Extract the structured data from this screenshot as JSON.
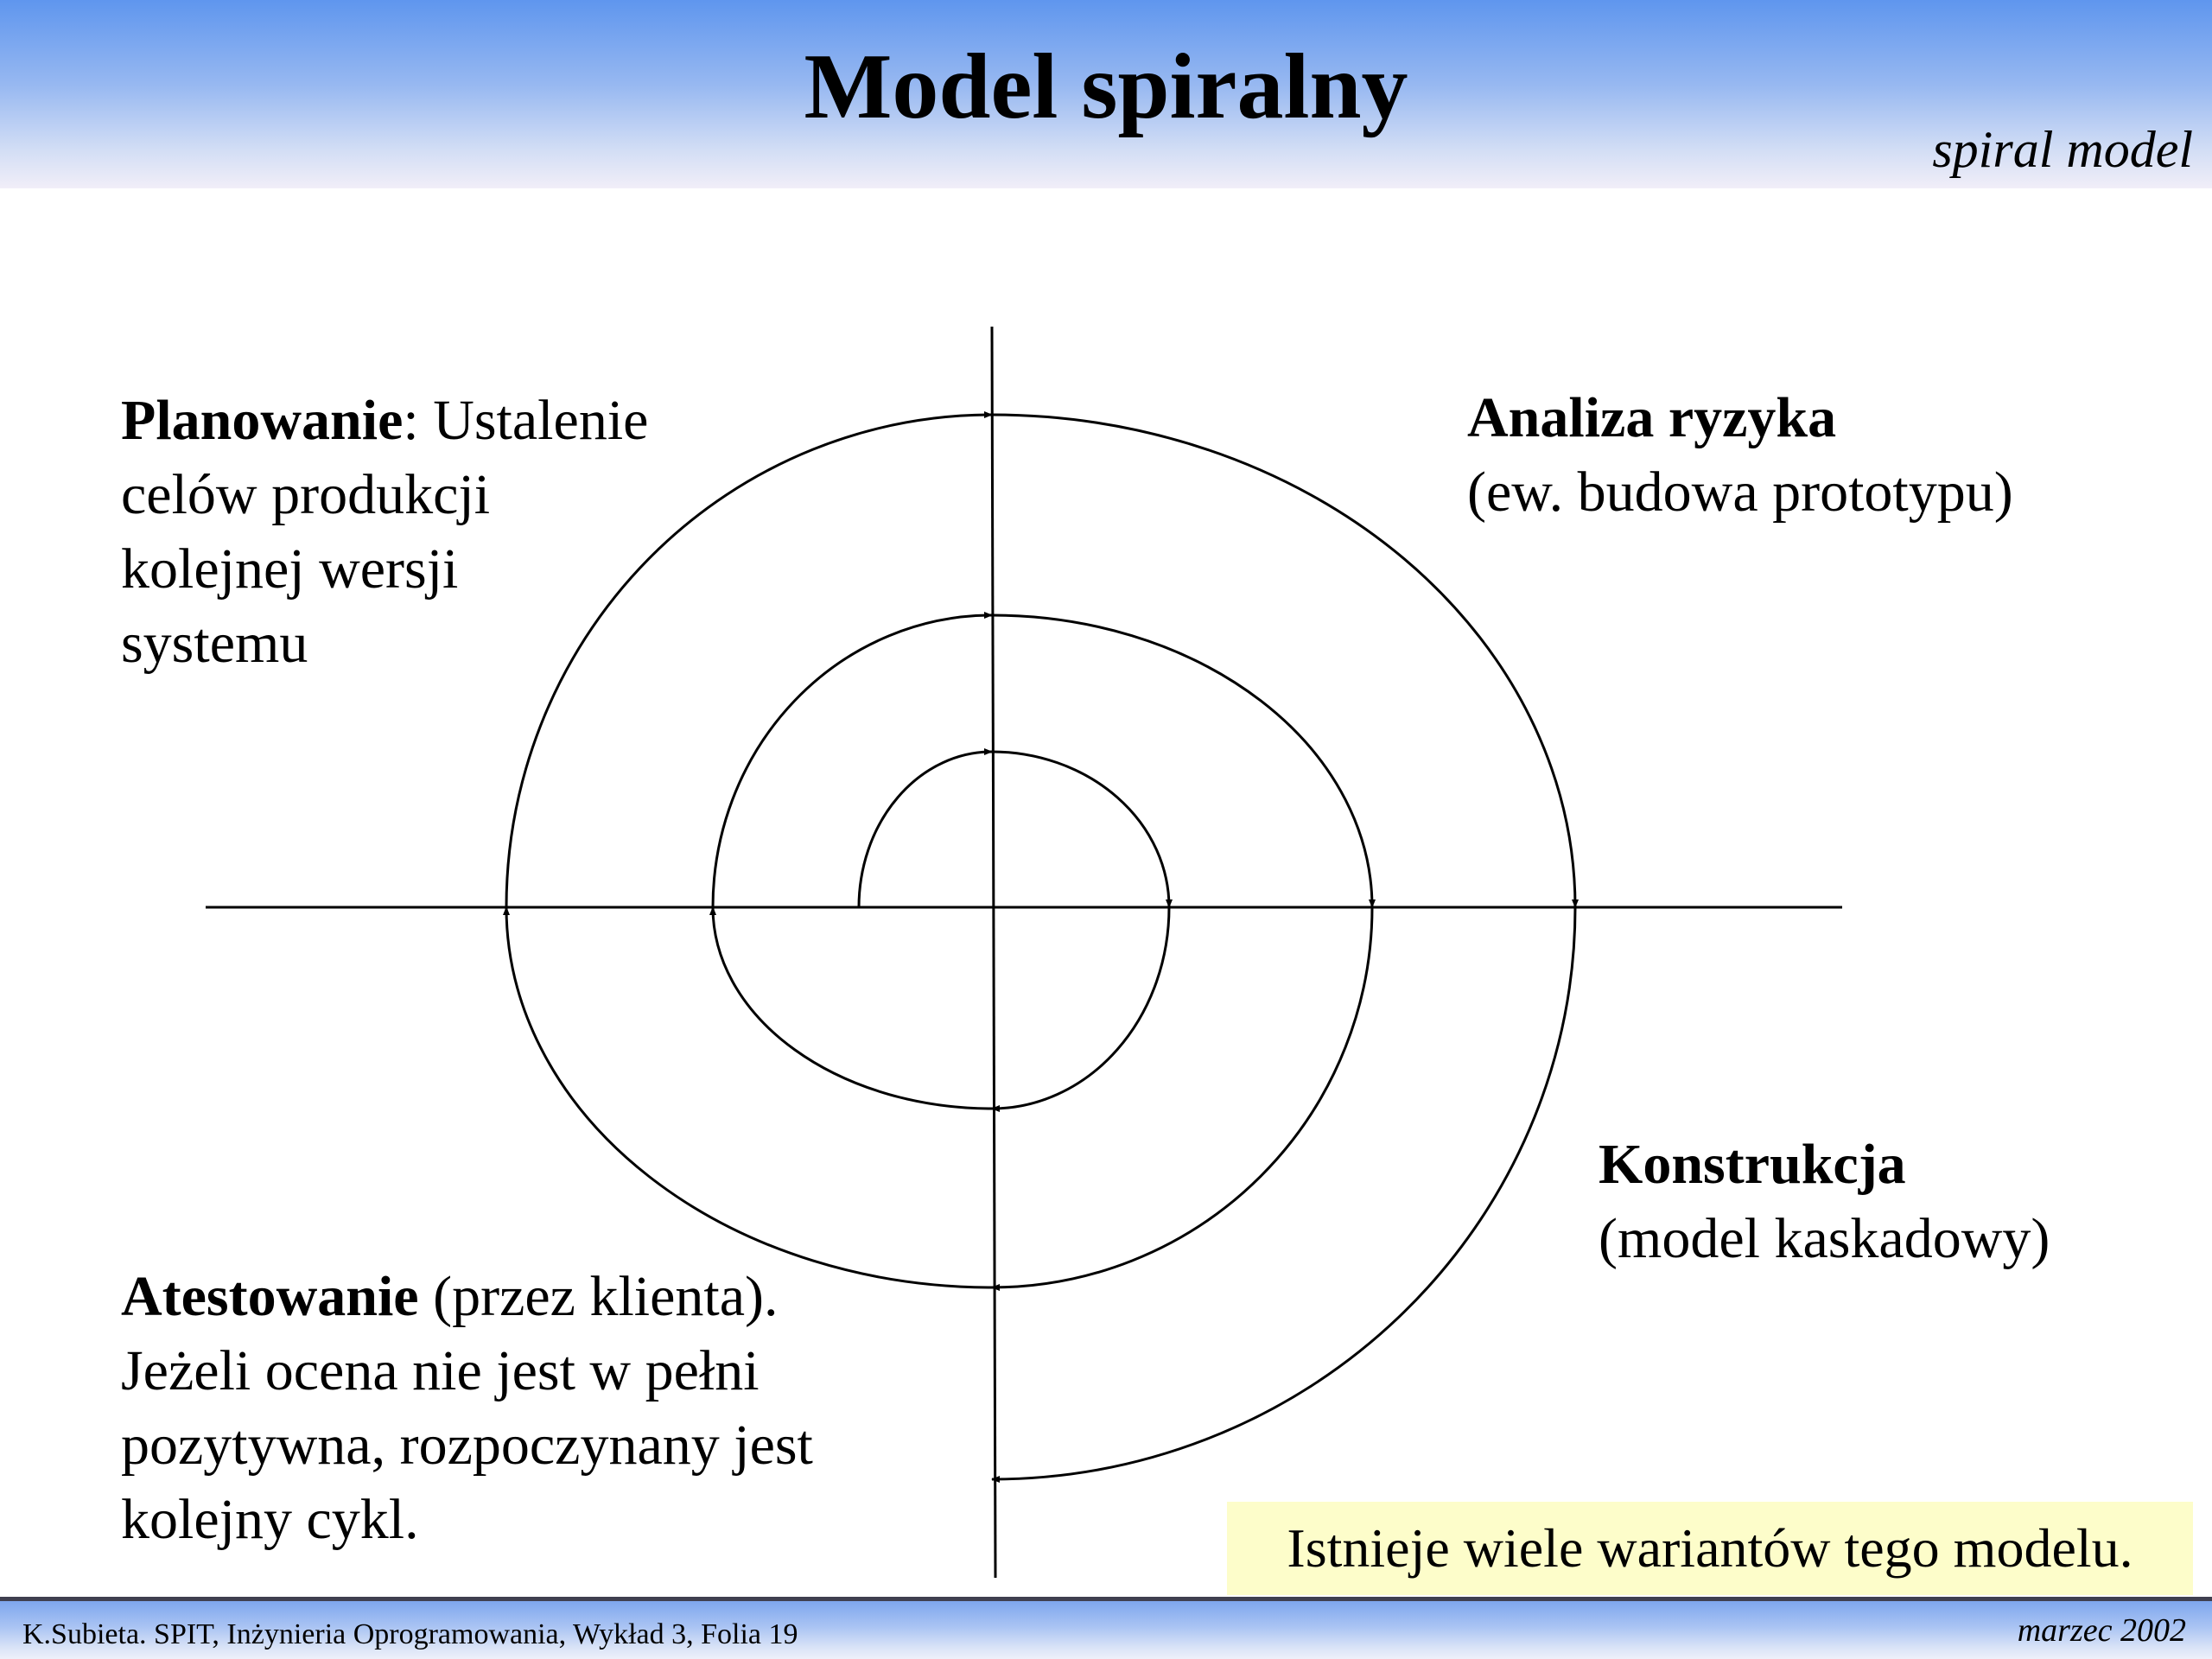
{
  "slide": {
    "title": "Model spiralny",
    "subtitle": "spiral model"
  },
  "quadrants": {
    "planning": {
      "label": "Planowanie",
      "separator": ":",
      "lines": [
        " Ustalenie",
        "celów produkcji",
        "kolejnej wersji",
        "systemu"
      ]
    },
    "risk": {
      "label": "Analiza ryzyka",
      "detail": "(ew. budowa prototypu)"
    },
    "construction": {
      "label": "Konstrukcja",
      "detail": "(model kaskadowy)"
    },
    "testing": {
      "label": "Atestowanie",
      "lines": [
        " (przez klienta).",
        "Jeżeli ocena nie jest w pełni",
        "pozytywna, rozpoczynany jest",
        "kolejny cykl."
      ]
    }
  },
  "note": "Istnieje wiele wariantów tego modelu.",
  "footer": {
    "left": "K.Subieta. SPIT, Inżynieria Oprogramowania, Wykład 3, Folia 19",
    "right": "marzec 2002"
  },
  "colors": {
    "header_top": "#5f96ee",
    "header_bottom": "#f1eef8",
    "note_background": "#fdfdca",
    "line": "#000000"
  }
}
